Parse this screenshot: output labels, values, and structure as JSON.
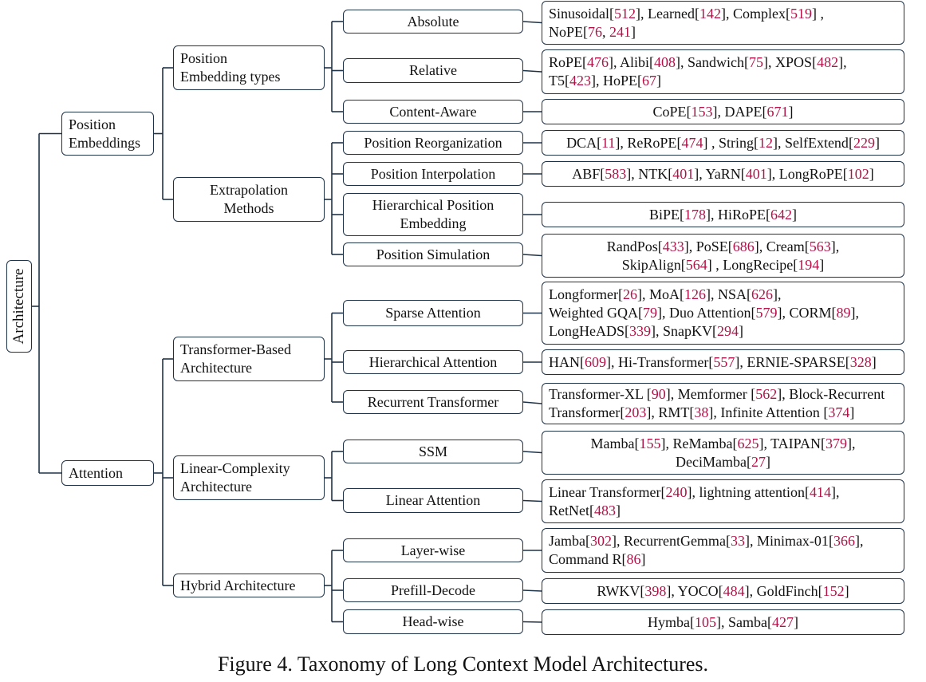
{
  "root": "Architecture",
  "caption": "Figure 4. Taxonomy of Long Context Model Architectures.",
  "colors": {
    "border": "#1f3348",
    "citation": "#b0124a"
  },
  "categories": [
    {
      "label": "Position\nEmbeddings",
      "groups": [
        {
          "label": "Position\nEmbedding types",
          "leaves": [
            {
              "label": "Absolute",
              "refs": [
                "Sinusoidal[512], Learned[142], Complex[519] ,",
                "NoPE[76, 241]"
              ]
            },
            {
              "label": "Relative",
              "refs": [
                "RoPE[476], Alibi[408], Sandwich[75], XPOS[482],",
                "T5[423], HoPE[67]"
              ]
            },
            {
              "label": "Content-Aware",
              "refs": [
                "CoPE[153], DAPE[671]"
              ]
            }
          ]
        },
        {
          "label": "Extrapolation\nMethods",
          "leaves": [
            {
              "label": "Position Reorganization",
              "refs": [
                "DCA[11], ReRoPE[474] , String[12], SelfExtend[229]"
              ]
            },
            {
              "label": "Position Interpolation",
              "refs": [
                "ABF[583], NTK[401], YaRN[401], LongRoPE[102]"
              ]
            },
            {
              "label": "Hierarchical Position\nEmbedding",
              "refs": [
                "BiPE[178], HiRoPE[642]"
              ]
            },
            {
              "label": "Position Simulation",
              "refs": [
                "RandPos[433], PoSE[686], Cream[563],",
                "SkipAlign[564] , LongRecipe[194]"
              ]
            }
          ]
        }
      ]
    },
    {
      "label": "Attention",
      "groups": [
        {
          "label": "Transformer-Based\nArchitecture",
          "leaves": [
            {
              "label": "Sparse Attention",
              "refs": [
                "Longformer[26], MoA[126], NSA[626],",
                "Weighted GQA[79], Duo Attention[579], CORM[89],",
                "LongHeADS[339], SnapKV[294]"
              ]
            },
            {
              "label": "Hierarchical Attention",
              "refs": [
                "HAN[609], Hi-Transformer[557], ERNIE-SPARSE[328]"
              ]
            },
            {
              "label": "Recurrent Transformer",
              "refs": [
                "Transformer-XL [90], Memformer [562], Block-Recurrent",
                "Transformer[203], RMT[38], Infinite Attention [374]"
              ]
            }
          ]
        },
        {
          "label": "Linear-Complexity\nArchitecture",
          "leaves": [
            {
              "label": "SSM",
              "refs": [
                "Mamba[155], ReMamba[625], TAIPAN[379],",
                "DeciMamba[27]"
              ]
            },
            {
              "label": "Linear Attention",
              "refs": [
                "Linear Transformer[240], lightning attention[414],",
                "RetNet[483]"
              ]
            }
          ]
        },
        {
          "label": "Hybrid Architecture",
          "leaves": [
            {
              "label": "Layer-wise",
              "refs": [
                "Jamba[302], RecurrentGemma[33], Minimax-01[366],",
                "Command R[86]"
              ]
            },
            {
              "label": "Prefill-Decode",
              "refs": [
                "RWKV[398], YOCO[484], GoldFinch[152]"
              ]
            },
            {
              "label": "Head-wise",
              "refs": [
                "Hymba[105], Samba[427]"
              ]
            }
          ]
        }
      ]
    }
  ]
}
